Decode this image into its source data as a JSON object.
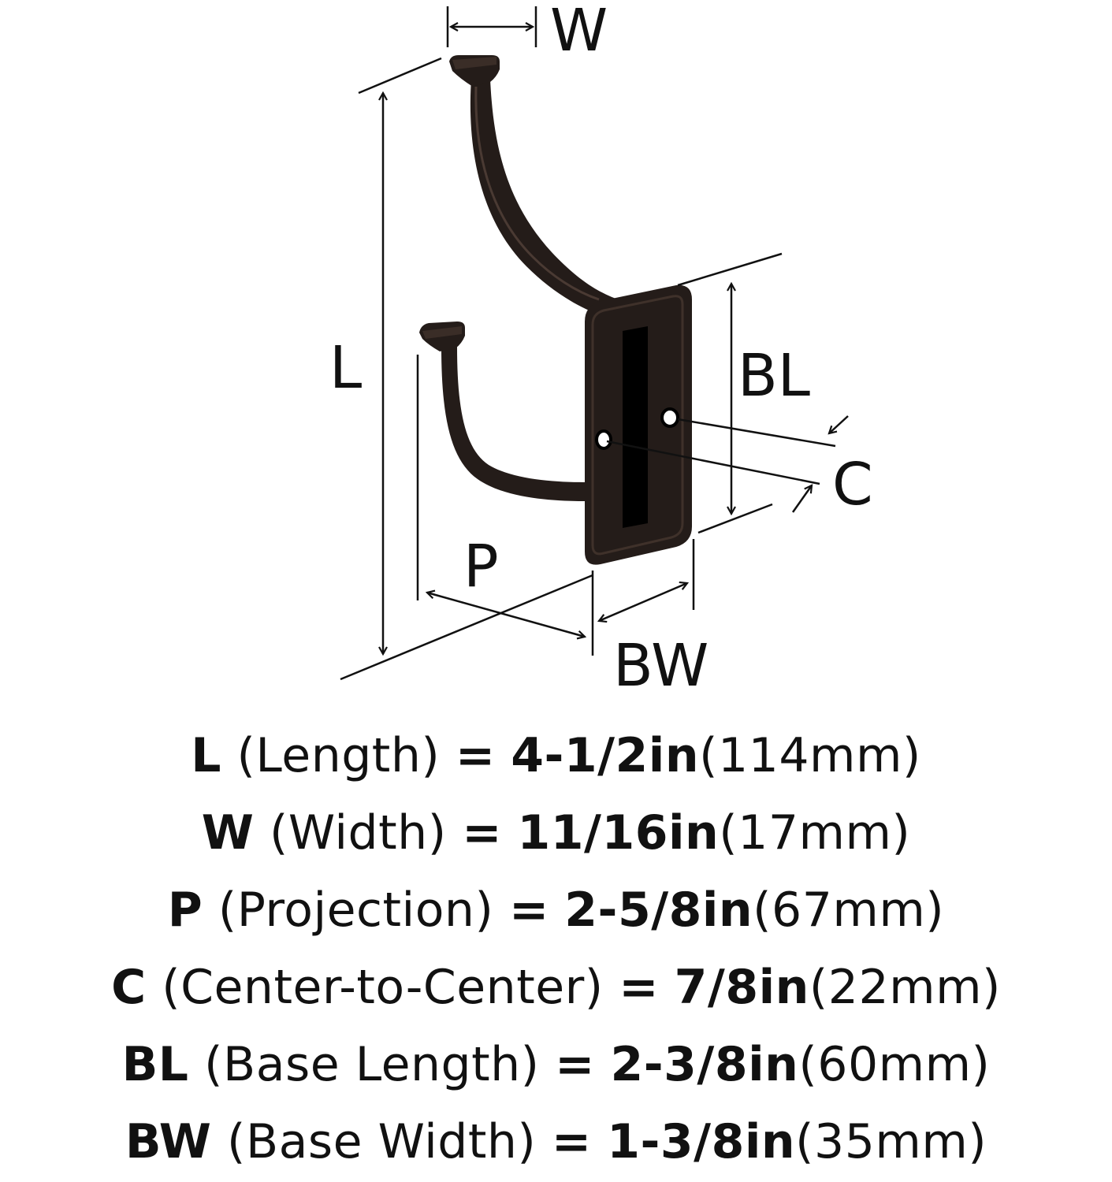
{
  "product": {
    "finish_color": "#241c19",
    "finish_highlight": "#4a3a33",
    "line_color": "#111111"
  },
  "diagram_labels": {
    "w": "W",
    "l": "L",
    "bl": "BL",
    "c": "C",
    "p": "P",
    "bw": "BW"
  },
  "specs": [
    {
      "key": "L",
      "desc": "(Length)",
      "eq": "=",
      "inch": "4-1/2in",
      "mm": "(114mm)"
    },
    {
      "key": "W",
      "desc": "(Width)",
      "eq": "=",
      "inch": "11/16in",
      "mm": "(17mm)"
    },
    {
      "key": "P",
      "desc": "(Projection)",
      "eq": "=",
      "inch": "2-5/8in",
      "mm": "(67mm)"
    },
    {
      "key": "C",
      "desc": "(Center-to-Center)",
      "eq": "=",
      "inch": "7/8in",
      "mm": "(22mm)"
    },
    {
      "key": "BL",
      "desc": "(Base Length)",
      "eq": "=",
      "inch": "2-3/8in",
      "mm": "(60mm)"
    },
    {
      "key": "BW",
      "desc": "(Base Width)",
      "eq": "=",
      "inch": "1-3/8in",
      "mm": "(35mm)"
    }
  ]
}
